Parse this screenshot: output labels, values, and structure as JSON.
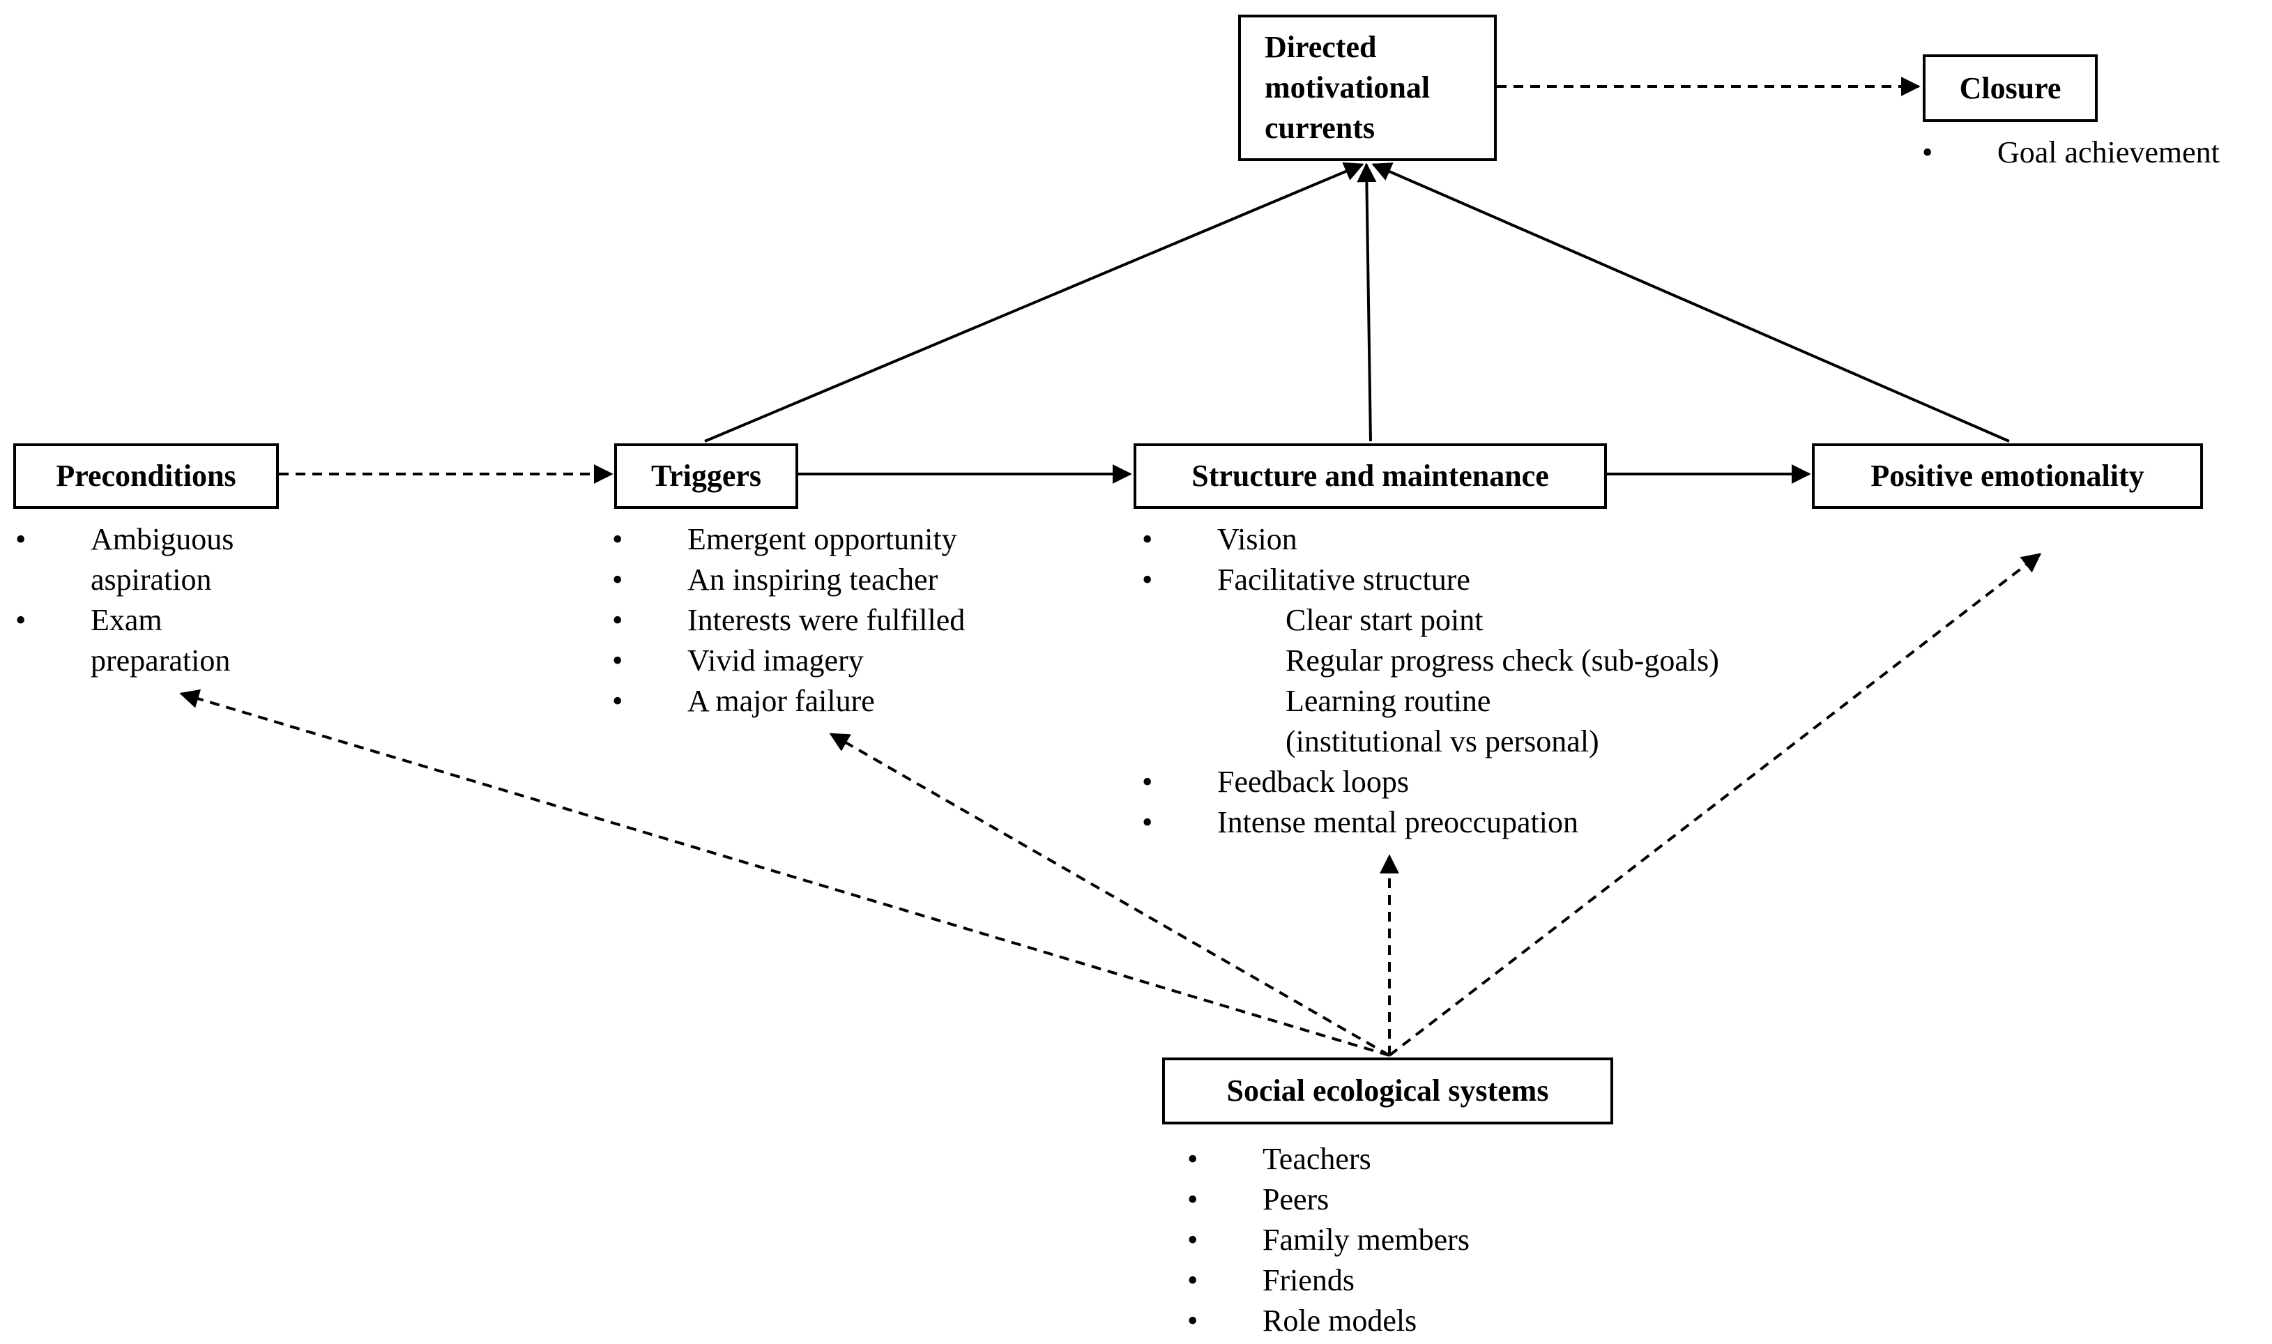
{
  "nodes": {
    "directed": {
      "label": "Directed motivational currents"
    },
    "closure": {
      "label": "Closure",
      "items": [
        "Goal achievement"
      ]
    },
    "preconditions": {
      "label": "Preconditions",
      "items": [
        "Ambiguous aspiration",
        "Exam preparation"
      ]
    },
    "triggers": {
      "label": "Triggers",
      "items": [
        "Emergent opportunity",
        "An inspiring teacher",
        "Interests were fulfilled",
        "Vivid imagery",
        "A major failure"
      ]
    },
    "structure": {
      "label": "Structure and maintenance",
      "items": [
        "Vision",
        "Facilitative structure"
      ],
      "subitems": [
        "Clear start point",
        "Regular progress check (sub-goals)",
        "Learning routine",
        "(institutional vs personal)"
      ],
      "items_after": [
        "Feedback loops",
        "Intense mental preoccupation"
      ]
    },
    "positive": {
      "label": "Positive emotionality"
    },
    "social": {
      "label": "Social ecological systems",
      "items": [
        "Teachers",
        "Peers",
        "Family members",
        "Friends",
        "Role models"
      ]
    }
  },
  "edges": [
    {
      "from": "preconditions",
      "to": "triggers",
      "style": "dashed"
    },
    {
      "from": "triggers",
      "to": "structure",
      "style": "solid"
    },
    {
      "from": "structure",
      "to": "positive",
      "style": "solid"
    },
    {
      "from": "directed",
      "to": "closure",
      "style": "dashed"
    },
    {
      "from": "triggers",
      "to": "directed",
      "style": "solid"
    },
    {
      "from": "structure",
      "to": "directed",
      "style": "solid"
    },
    {
      "from": "positive",
      "to": "directed",
      "style": "solid"
    },
    {
      "from": "social",
      "to": "preconditions",
      "style": "dashed"
    },
    {
      "from": "social",
      "to": "triggers",
      "style": "dashed"
    },
    {
      "from": "social",
      "to": "structure",
      "style": "dashed"
    },
    {
      "from": "social",
      "to": "positive",
      "style": "dashed"
    }
  ]
}
